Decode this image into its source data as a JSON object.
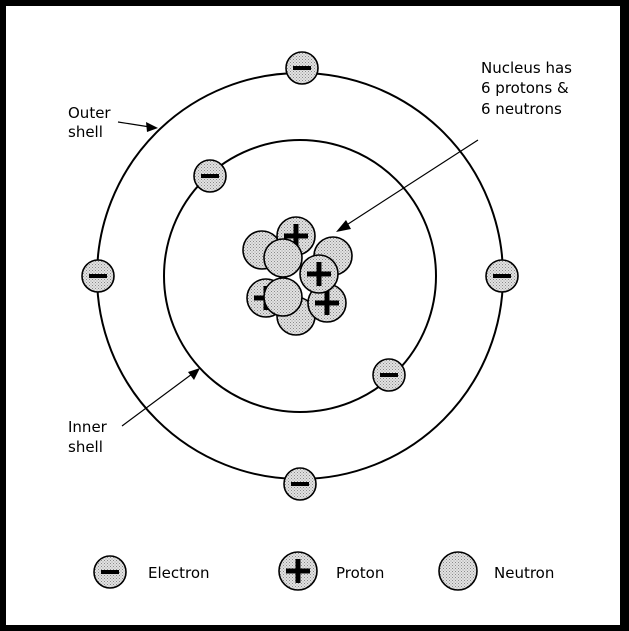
{
  "annotations": {
    "outer_shell": [
      "Outer",
      "shell"
    ],
    "inner_shell": [
      "Inner",
      "shell"
    ],
    "nucleus": [
      "Nucleus has",
      "6 protons &",
      "6 neutrons"
    ]
  },
  "legend": {
    "electron": "Electron",
    "proton": "Proton",
    "neutron": "Neutron"
  },
  "colors": {
    "stroke": "#000000",
    "particle_fill": "#d6d6d6",
    "background": "#ffffff"
  }
}
